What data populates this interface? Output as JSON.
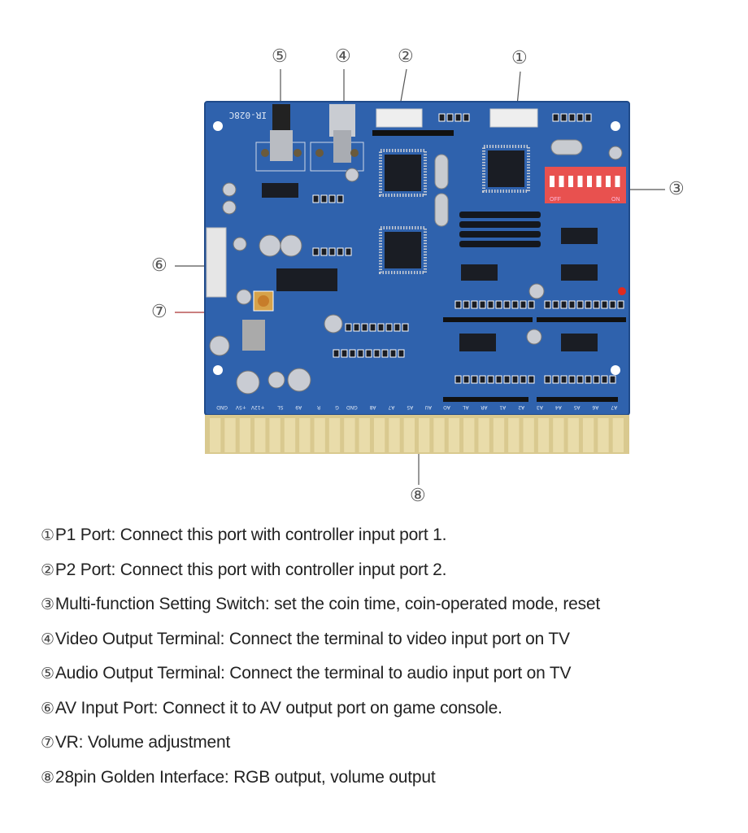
{
  "diagram": {
    "board_label": "IR-028C",
    "dip_labels": {
      "off": "OFF",
      "on": "ON"
    },
    "pin_labels": [
      "GND",
      "+5V",
      "+12V",
      "SL",
      "A9",
      "R",
      "G",
      "GND",
      "A8",
      "A7",
      "A5",
      "AU",
      "AO",
      "AL",
      "AR",
      "A1",
      "A2",
      "A3",
      "A4",
      "A5",
      "A6",
      "A7"
    ],
    "finger_count": 28,
    "colors": {
      "pcb": "#2f62ad",
      "gold": "#cfc08a",
      "dip": "#e8514f",
      "chip": "#1a1d24"
    },
    "callouts": [
      {
        "id": "1",
        "glyph": "①"
      },
      {
        "id": "2",
        "glyph": "②"
      },
      {
        "id": "3",
        "glyph": "③"
      },
      {
        "id": "4",
        "glyph": "④"
      },
      {
        "id": "5",
        "glyph": "⑤"
      },
      {
        "id": "6",
        "glyph": "⑥"
      },
      {
        "id": "7",
        "glyph": "⑦"
      },
      {
        "id": "8",
        "glyph": "⑧"
      }
    ]
  },
  "legend": [
    {
      "num": "①",
      "text": "P1 Port: Connect this port with controller input port 1."
    },
    {
      "num": "②",
      "text": "P2 Port: Connect this port with controller input port 2."
    },
    {
      "num": "③",
      "text": "Multi-function Setting Switch: set the coin time, coin-operated mode, reset"
    },
    {
      "num": "④",
      "text": "Video Output Terminal: Connect the terminal to video input port on TV"
    },
    {
      "num": "⑤",
      "text": "Audio Output Terminal: Connect the terminal to audio input port on TV"
    },
    {
      "num": "⑥",
      "text": "AV Input Port: Connect it to AV output port on game console."
    },
    {
      "num": "⑦",
      "text": "VR: Volume adjustment"
    },
    {
      "num": "⑧",
      "text": "28pin Golden Interface: RGB output, volume output"
    }
  ]
}
